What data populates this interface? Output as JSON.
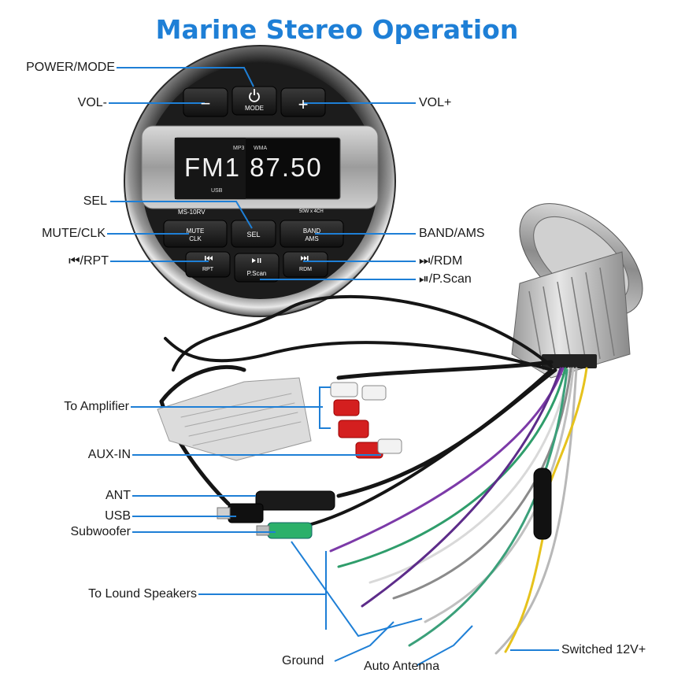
{
  "title": "Marine Stereo Operation",
  "accent_color": "#1e7fd6",
  "device": {
    "model": "MS-10RV",
    "badge": "50W x 4CH",
    "display_text": "FM1 87.50",
    "display_mp3": "MP3",
    "display_wma": "WMA",
    "display_usb": "USB",
    "buttons": {
      "mode": "MODE",
      "vol_minus": "−",
      "vol_plus": "+",
      "mute_clk": [
        "MUTE",
        "CLK"
      ],
      "sel": "SEL",
      "band_ams": [
        "BAND",
        "AMS"
      ],
      "prev": "RPT",
      "play": "P.Scan",
      "next": "RDM"
    }
  },
  "labels": {
    "power_mode": "POWER/MODE",
    "vol_minus": "VOL-",
    "vol_plus": "VOL+",
    "sel": "SEL",
    "mute_clk": "MUTE/CLK",
    "band_ams": "BAND/AMS",
    "prev_rpt": "⏮/RPT",
    "next_rdm": "⏭/RDM",
    "play_pscan": "⏯/P.Scan",
    "to_amplifier": "To Amplifier",
    "aux_in": "AUX-IN",
    "ant": "ANT",
    "usb": "USB",
    "subwoofer": "Subwoofer",
    "to_speakers": "To Lound Speakers",
    "ground": "Ground",
    "auto_antenna": "Auto Antenna",
    "switched_12v": "Switched 12V+"
  },
  "icons": [
    "power-icon",
    "prev-track-icon",
    "play-pause-icon",
    "next-track-icon"
  ]
}
